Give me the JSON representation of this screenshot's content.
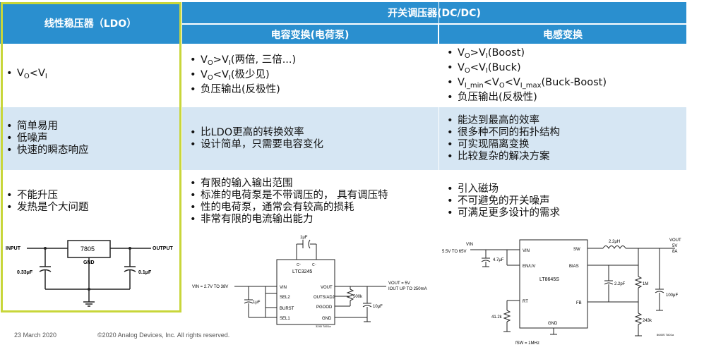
{
  "header": {
    "ldo": "线性稳压器（LDO）",
    "switching": "开关调压器(DC/DC)",
    "cap": "电容变换(电荷泵)",
    "ind": "电感变换"
  },
  "rows": {
    "r1": {
      "ldo": [
        "V₀<Vᵢ"
      ],
      "cap": [
        "V₀>Vᵢ(两倍, 三倍…)",
        "V₀<Vᵢ(极少见)",
        "负压输出(反极性)"
      ],
      "ind": [
        "V₀>Vᵢ(Boost)",
        "V₀<Vᵢ(Buck)",
        "Vᵢ_min<V₀<Vᵢ_max(Buck-Boost)",
        "负压输出(反极性)"
      ]
    },
    "r2": {
      "ldo": [
        "简单易用",
        "低噪声",
        "快速的瞬态响应"
      ],
      "cap": [
        "比LDO更高的转换效率",
        "设计简单，只需要电容变化"
      ],
      "ind": [
        "能达到最高的效率",
        "很多种不同的拓扑结构",
        "可实现隔离变换",
        "比较复杂的解决方案"
      ]
    },
    "r3": {
      "ldo": [
        "不能升压",
        "发热是个大问题"
      ],
      "cap": [
        "有限的输入输出范围",
        "标准的电荷泵是不带调压的， 具有调压特",
        "性的电荷泵，通常会有较高的损耗",
        "非常有限的电流输出能力"
      ],
      "ind": [
        "引入磁场",
        "不可避免的开关噪声",
        "可满足更多设计的需求"
      ]
    }
  },
  "schematics": {
    "ldo": {
      "in": "INPUT",
      "out": "OUTPUT",
      "chip": "7805",
      "gnd": "GND",
      "c1": "0.33μF",
      "c2": "0.1μF"
    },
    "cp": {
      "cf": "1μF",
      "chip": "LTC3245",
      "cplus": "C⁺",
      "cminus": "C⁻",
      "vin": "VIN = 2.7V TO 38V",
      "pins_left": [
        "VIN",
        "SEL2",
        "BURST",
        "SEL1"
      ],
      "pins_right": [
        "VOUT",
        "OUTS/ADJ",
        "PGOOD",
        "GND"
      ],
      "cin": "1μF",
      "r": "500k",
      "cout": "10μF",
      "vout1": "VOUT = 5V",
      "vout2": "IOUT UP TO 250mA",
      "ref": "3245 TA01a"
    },
    "ind": {
      "vin1": "VIN",
      "vin2": "5.5V TO 65V",
      "c1": "4.7μF",
      "chip": "LT8645S",
      "pins_left": [
        "VIN",
        "EN/UV",
        "RT"
      ],
      "pins_right": [
        "SW",
        "BIAS",
        "FB"
      ],
      "gnd": "GND",
      "l": "2.2μH",
      "vout1": "VOUT",
      "vout2": "5V",
      "vout3": "8A",
      "c2": "2.2pF",
      "r1": "1M",
      "c3": "100μF",
      "rt": "41.2k",
      "r2": "243k",
      "fsw": "fSW = 1MHz",
      "ref": "8645S TA01a"
    }
  },
  "footer": {
    "date": "23 March 2020",
    "copyright": "©2020 Analog Devices, Inc. All rights reserved."
  },
  "colors": {
    "header": "#2a8fcf",
    "band": "#d6e6f3",
    "frame": "#c8d63a"
  }
}
